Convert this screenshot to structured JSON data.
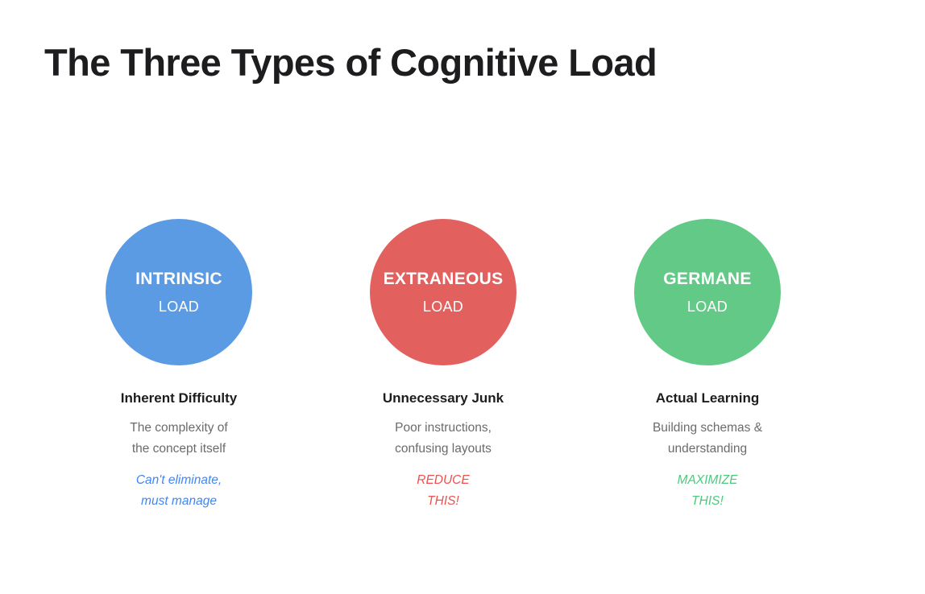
{
  "page": {
    "title": "The Three Types of Cognitive Load",
    "background_color": "#ffffff",
    "title_color": "#1d1d1f",
    "body_text_color": "#6b6b6f"
  },
  "columns": [
    {
      "id": "intrinsic",
      "circle_color": "#5b9be3",
      "accent_color": "#4285f4",
      "circle_title": "INTRINSIC",
      "circle_subtitle": "LOAD",
      "heading": "Inherent Difficulty",
      "desc_line1": "The complexity of",
      "desc_line2": "the concept itself",
      "accent_line1": "Can't eliminate,",
      "accent_line2": "must manage"
    },
    {
      "id": "extraneous",
      "circle_color": "#e2615f",
      "accent_color": "#ea534f",
      "circle_title": "EXTRANEOUS",
      "circle_subtitle": "LOAD",
      "heading": "Unnecessary Junk",
      "desc_line1": "Poor instructions,",
      "desc_line2": "confusing layouts",
      "accent_line1": "REDUCE",
      "accent_line2": "THIS!"
    },
    {
      "id": "germane",
      "circle_color": "#62c987",
      "accent_color": "#4cc97f",
      "circle_title": "GERMANE",
      "circle_subtitle": "LOAD",
      "heading": "Actual Learning",
      "desc_line1": "Building schemas &",
      "desc_line2": "understanding",
      "accent_line1": "MAXIMIZE",
      "accent_line2": "THIS!"
    }
  ]
}
